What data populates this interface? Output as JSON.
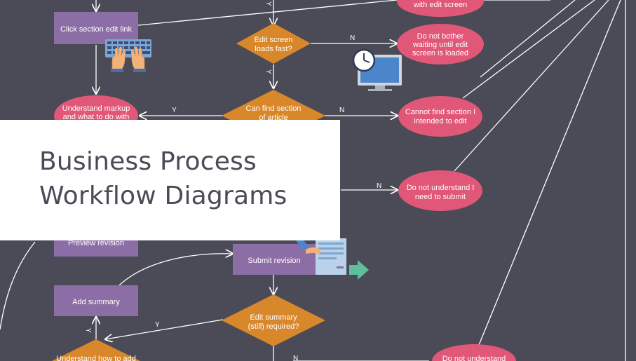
{
  "title": {
    "line1": "Business Process",
    "line2": "Workflow Diagrams"
  },
  "colors": {
    "background": "#4a4b57",
    "process": "#8c6da6",
    "decision": "#d9872b",
    "terminal": "#e05777",
    "connector": "#ffffff",
    "arrow_accent": "#5fbf9a"
  },
  "nodes": {
    "click_section_edit_link": "Click section edit link",
    "edit_screen_loads_fast": [
      "Edit screen",
      "loads fast?"
    ],
    "with_edit_screen": "with edit screen",
    "do_not_bother_waiting": [
      "Do not bother",
      "waiting until edit",
      "screen is loaded"
    ],
    "understand_markup": [
      "Understand markup",
      "and what to do with"
    ],
    "can_find_section": [
      "Can find section",
      "of article"
    ],
    "cannot_find_section": [
      "Cannot find section I",
      "intended to edit"
    ],
    "do_not_understand_submit": [
      "Do not understand I",
      "need to submit"
    ],
    "preview_revision": "Preview revision",
    "submit_revision": "Submit revision",
    "add_summary": "Add summary",
    "edit_summary_required": [
      "Edit summary",
      "(still) required?"
    ],
    "understand_how_to_add": "Understand how to add",
    "do_not_understand_bottom": "Do not understand"
  },
  "edge_labels": {
    "y_top": "Y",
    "n_fast": "N",
    "y_fast": "Y",
    "y_find": "Y",
    "n_find": "N",
    "n_submit": "N",
    "y_summary": "Y",
    "y_add": "Y",
    "n_bottom": "N"
  },
  "icons": [
    "keyboard-hands-icon",
    "monitor-clock-icon",
    "person-laptop-icon",
    "arrow-right-icon"
  ]
}
